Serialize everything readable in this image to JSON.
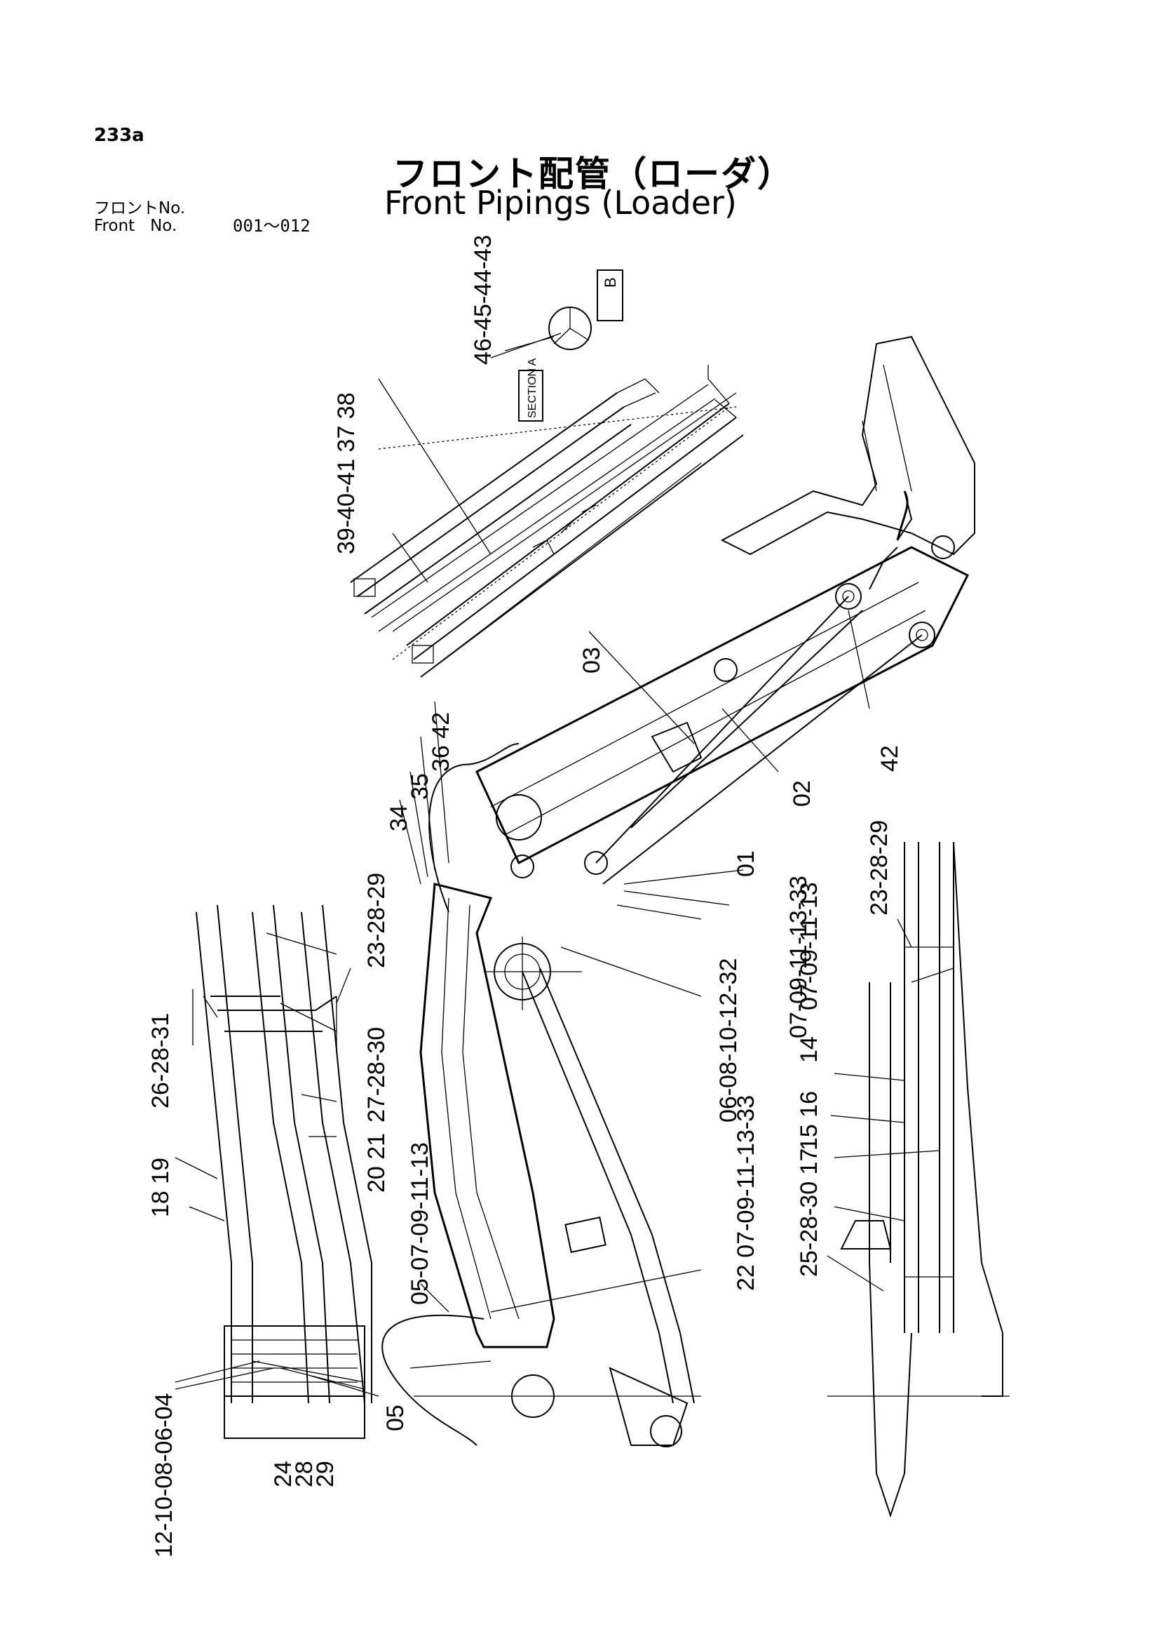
{
  "page_number": "233a",
  "title_jp": "フロント配管（ローダ）",
  "title_en": "Front Pipings (Loader)",
  "front_label_jp": "フロントNo.",
  "front_label_en": "Front   No.",
  "front_range": "001～012",
  "section_a": "SECTION A",
  "section_b": "B",
  "callouts": {
    "c46_43": "46-45-44-43",
    "c39_38": "39-40-41 37 38",
    "c03": "03",
    "c42_right": "42",
    "c02": "02",
    "c01": "01",
    "c36_42": "36 42",
    "c35": "35",
    "c34": "34",
    "c23_left": "23-28-29",
    "c07_33": "07-09-11-13-33",
    "c06_32": "06-08-10-12-32",
    "c07_33b": "07-09-11-13-33",
    "c27_30": "27-28-30",
    "c26_31": "26-28-31",
    "c20_21": "20 21",
    "c18_19": "18 19",
    "c05_13": "05-07-09-11-13",
    "c22": "22 07-09-11-13-33",
    "c23_right": "23-28-29",
    "c07_13": "07-09-11-13",
    "c14": "14",
    "c15_16": "15 16",
    "c17_30": "25-28-30 17",
    "c05": "05",
    "c12_04": "12-10-08-06-04",
    "c24": "24",
    "c28": "28",
    "c29": "29"
  }
}
